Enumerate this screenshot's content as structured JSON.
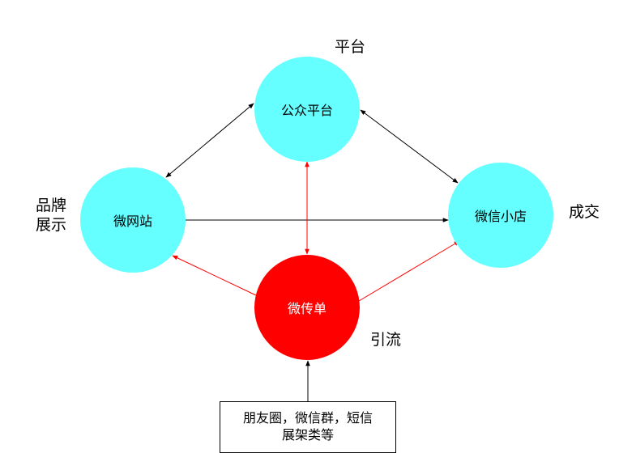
{
  "diagram": {
    "nodes": {
      "public_platform": "公众平台",
      "micro_site": "微网站",
      "micro_shop": "微信小店",
      "micro_flyer": "微传单"
    },
    "labels": {
      "platform": "平台",
      "brand_display": "品牌展示",
      "transaction": "成交",
      "traffic": "引流"
    },
    "source_box": {
      "line1": "朋友圈，微信群，短信",
      "line2": "展架类等"
    },
    "colors": {
      "node_fill": "#66ffff",
      "center_node_fill": "#ff0000",
      "black_arrow": "#000000",
      "red_arrow": "#ff0000"
    }
  }
}
